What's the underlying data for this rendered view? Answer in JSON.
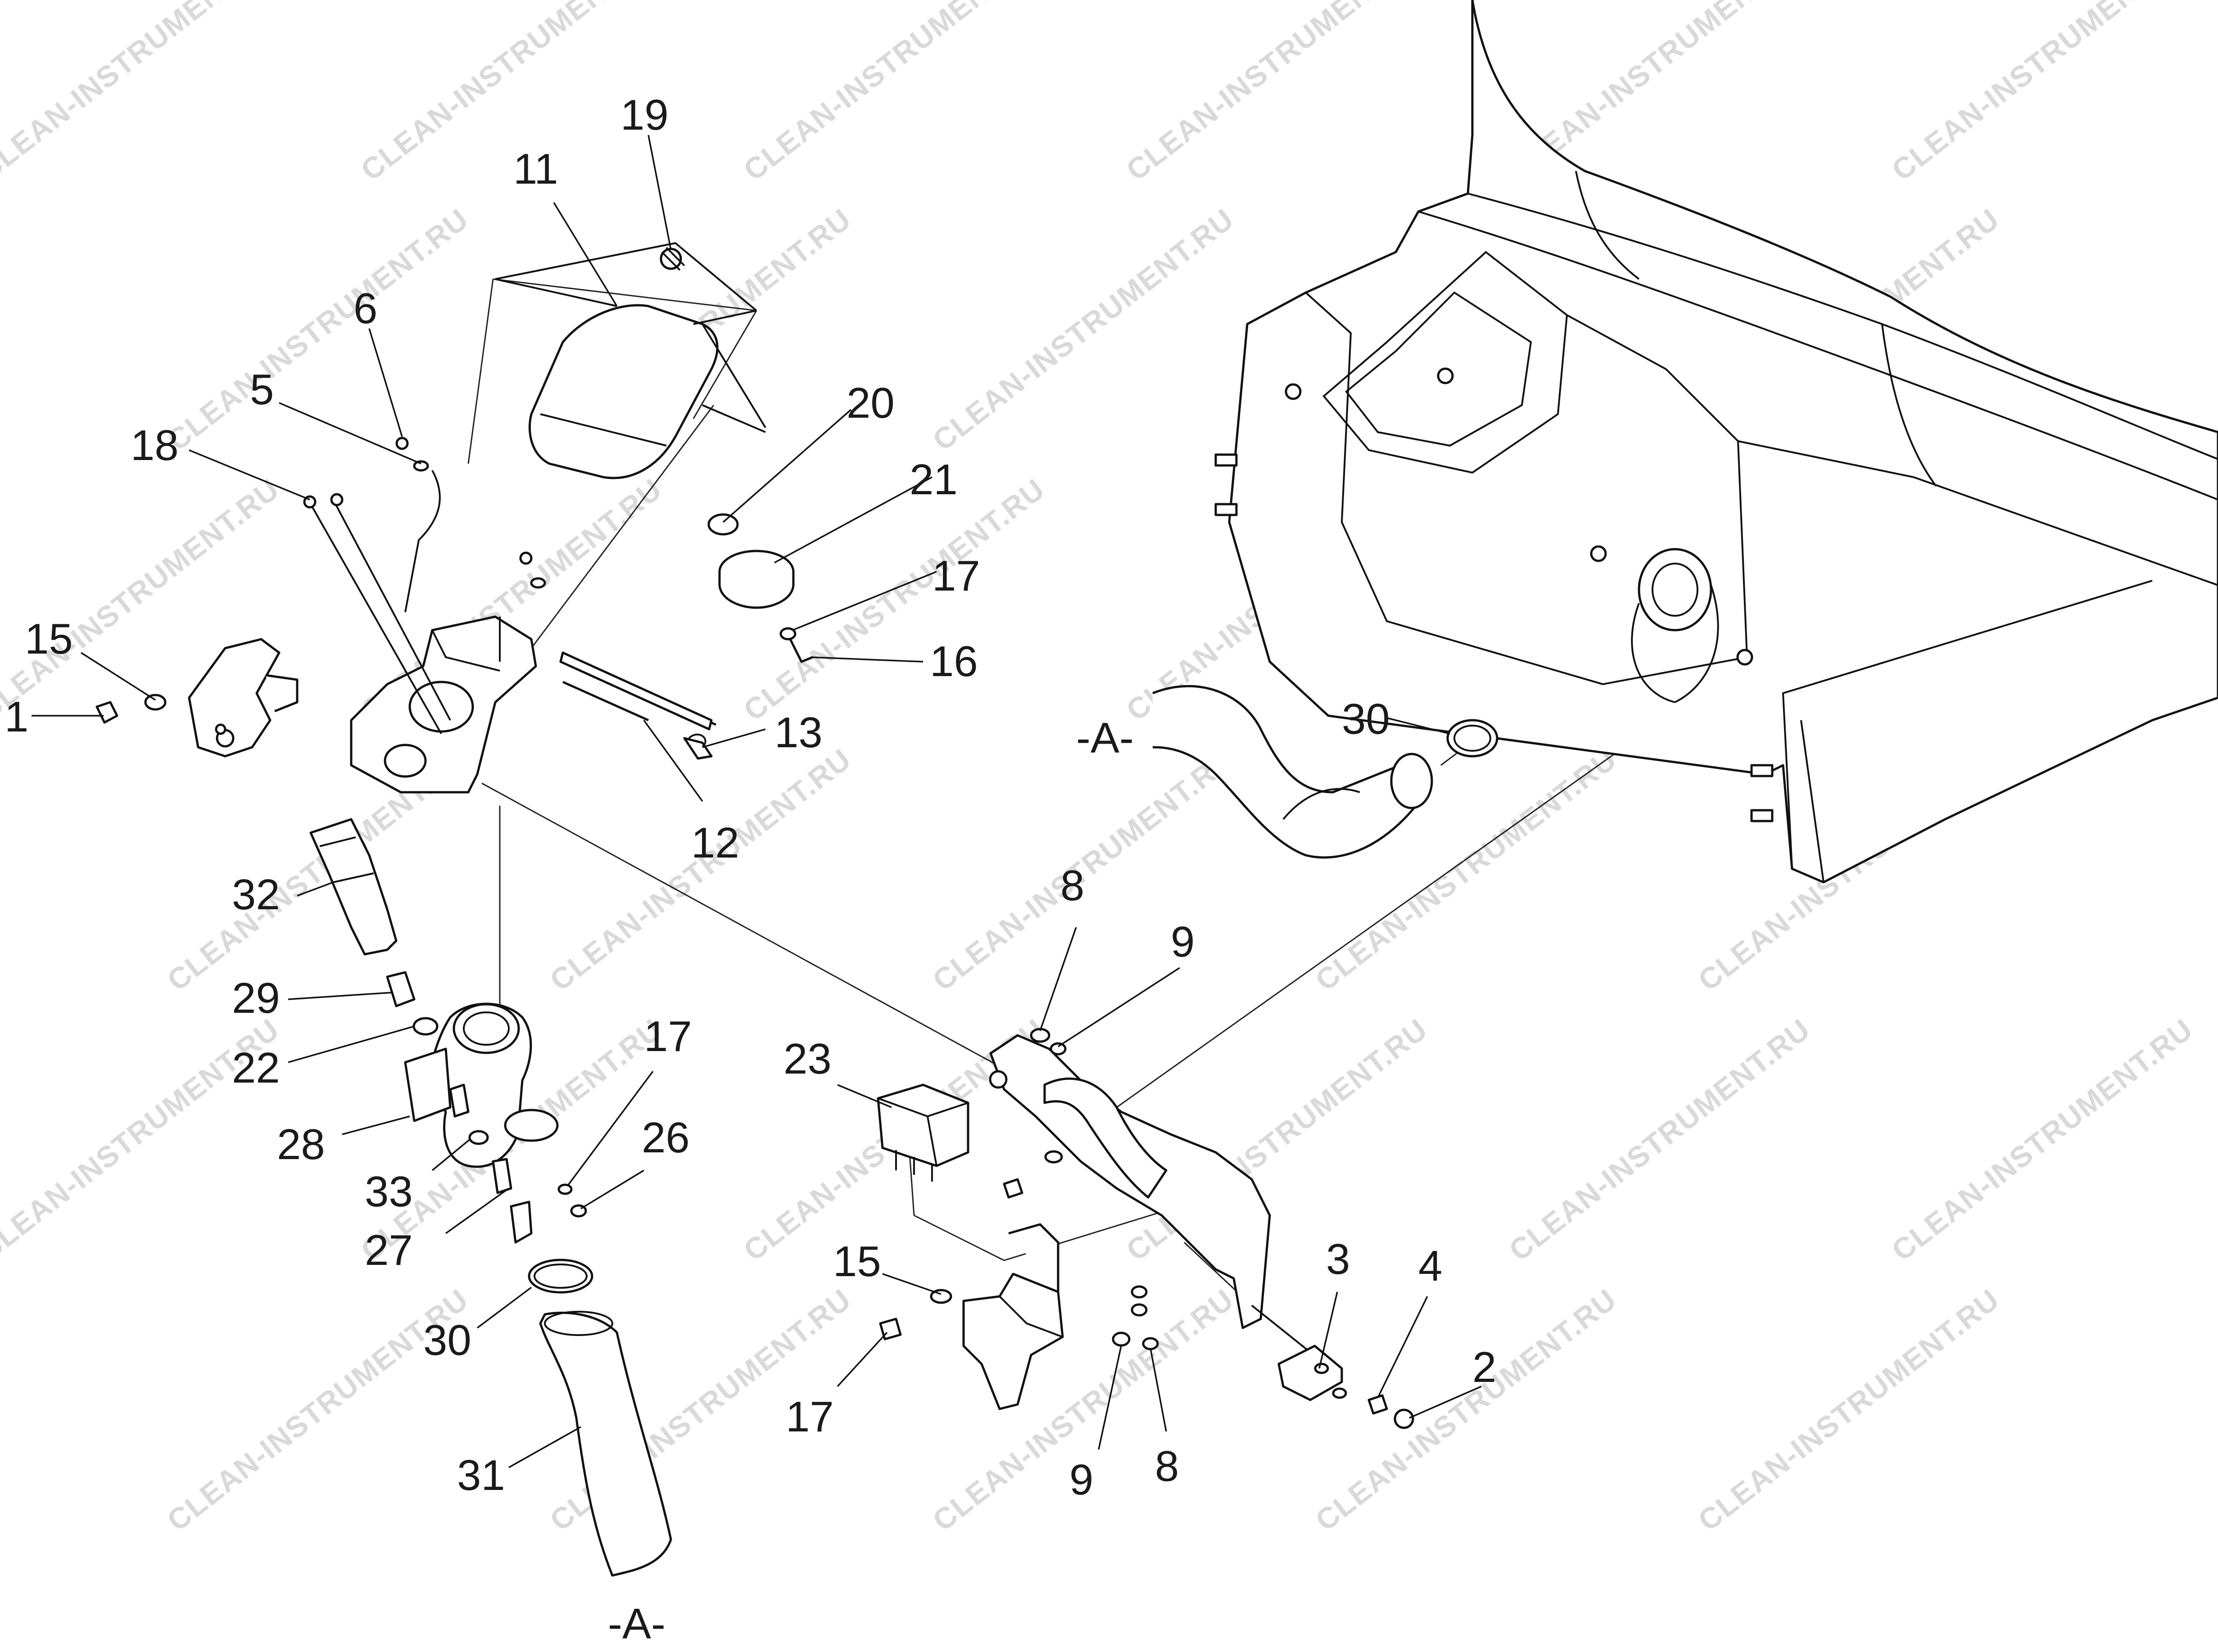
{
  "watermark": "CLEAN-INSTRUMENT.RU",
  "colors": {
    "line": "#111111",
    "background": "#ffffff",
    "watermark": "#d9d9d9"
  },
  "callouts": {
    "c19": "19",
    "c11": "11",
    "c6": "6",
    "c5": "5",
    "c18": "18",
    "c20": "20",
    "c21": "21",
    "c17a": "17",
    "c16": "16",
    "c15a": "15",
    "c1": "1",
    "c13": "13",
    "c12": "12",
    "cA1": "-A-",
    "c30a": "30",
    "c32": "32",
    "c8a": "8",
    "c9a": "9",
    "c29": "29",
    "c22": "22",
    "c17b": "17",
    "c23": "23",
    "c28": "28",
    "c26": "26",
    "c33": "33",
    "c27": "27",
    "c15b": "15",
    "c3": "3",
    "c4": "4",
    "c30b": "30",
    "c2": "2",
    "c17c": "17",
    "c31": "31",
    "c9b": "9",
    "c8b": "8",
    "cA2": "-A-"
  }
}
